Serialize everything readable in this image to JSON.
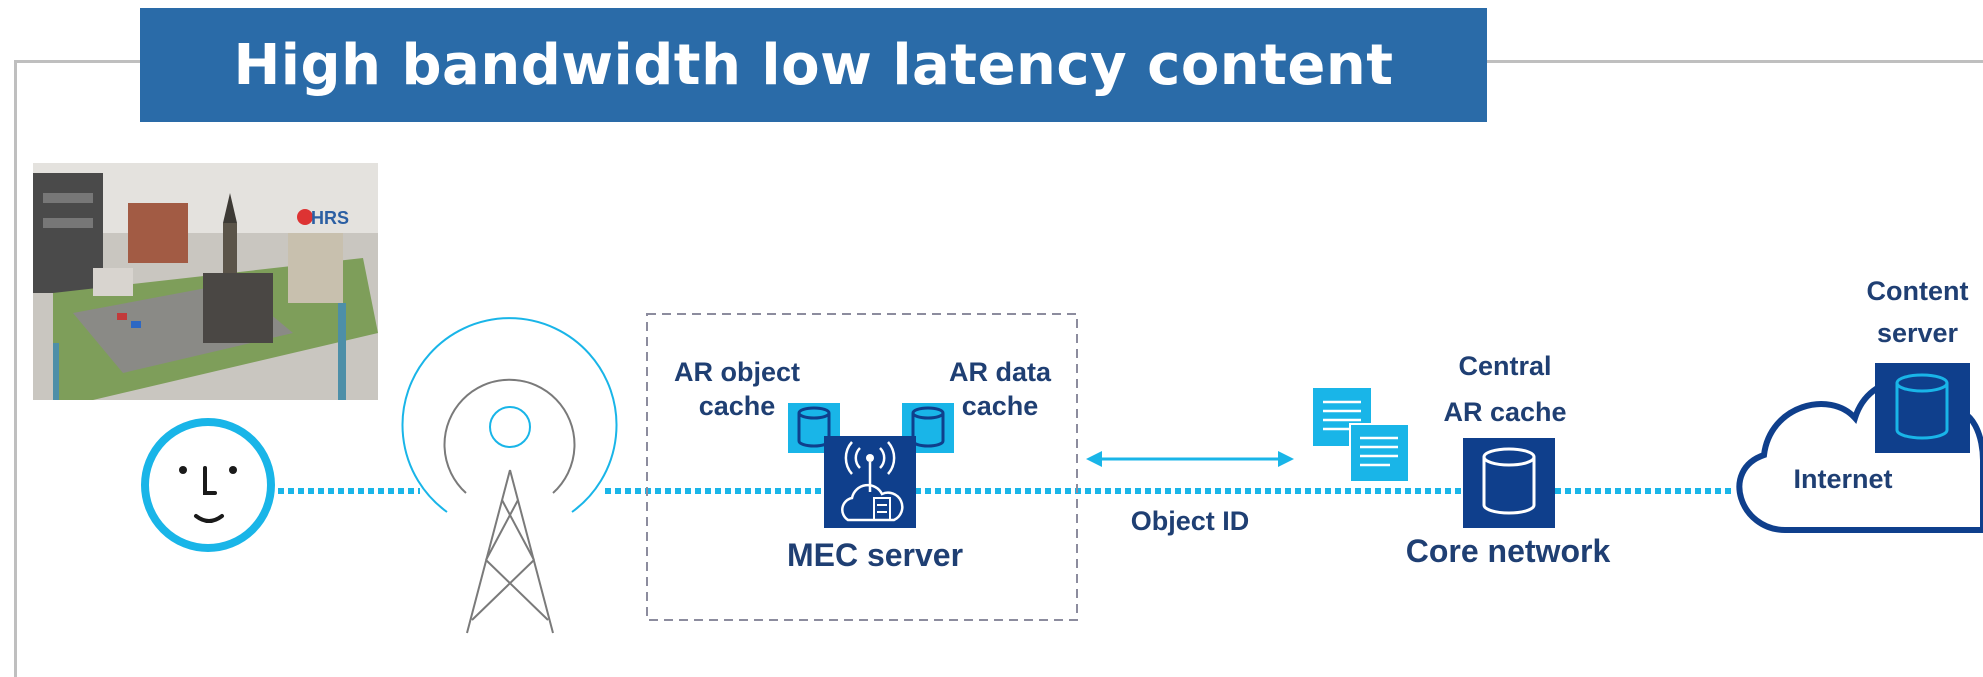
{
  "title": "High bandwidth low latency content",
  "labels": {
    "ar_object_cache": "AR object cache",
    "ar_data_cache": "AR data cache",
    "mec_server": "MEC server",
    "object_id": "Object ID",
    "central_ar_cache_line1": "Central",
    "central_ar_cache_line2": "AR cache",
    "core_network": "Core network",
    "content_server_line1": "Content",
    "content_server_line2": "server",
    "internet": "Internet",
    "photo_sign": "HRS"
  },
  "colors": {
    "title_bg": "#2a6ba8",
    "dark_blue": "#0f3f8c",
    "cyan": "#19b5e8",
    "navy_text": "#1f3f73",
    "frame": "#bfbfbf"
  },
  "icons": [
    "user-face-icon",
    "radio-tower-icon",
    "database-icon",
    "mec-server-icon",
    "documents-icon",
    "cloud-icon"
  ]
}
